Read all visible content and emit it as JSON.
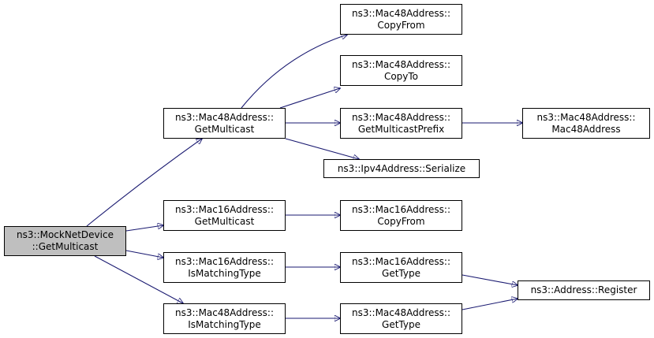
{
  "diagram": {
    "nodes": [
      {
        "id": "n0",
        "lines": [
          "ns3::MockNetDevice",
          "::GetMulticast"
        ],
        "root": true
      },
      {
        "id": "n1",
        "lines": [
          "ns3::Mac48Address::",
          "GetMulticast"
        ]
      },
      {
        "id": "n2",
        "lines": [
          "ns3::Mac48Address::",
          "CopyFrom"
        ]
      },
      {
        "id": "n3",
        "lines": [
          "ns3::Mac48Address::",
          "CopyTo"
        ]
      },
      {
        "id": "n4",
        "lines": [
          "ns3::Mac48Address::",
          "GetMulticastPrefix"
        ]
      },
      {
        "id": "n5",
        "lines": [
          "ns3::Mac48Address::",
          "Mac48Address"
        ]
      },
      {
        "id": "n6",
        "lines": [
          "ns3::Ipv4Address::Serialize"
        ]
      },
      {
        "id": "n7",
        "lines": [
          "ns3::Mac16Address::",
          "GetMulticast"
        ]
      },
      {
        "id": "n8",
        "lines": [
          "ns3::Mac16Address::",
          "CopyFrom"
        ]
      },
      {
        "id": "n9",
        "lines": [
          "ns3::Mac16Address::",
          "IsMatchingType"
        ]
      },
      {
        "id": "n10",
        "lines": [
          "ns3::Mac16Address::",
          "GetType"
        ]
      },
      {
        "id": "n11",
        "lines": [
          "ns3::Address::Register"
        ]
      },
      {
        "id": "n12",
        "lines": [
          "ns3::Mac48Address::",
          "IsMatchingType"
        ]
      },
      {
        "id": "n13",
        "lines": [
          "ns3::Mac48Address::",
          "GetType"
        ]
      }
    ],
    "edges": [
      {
        "from": "n0",
        "to": "n1"
      },
      {
        "from": "n0",
        "to": "n7"
      },
      {
        "from": "n0",
        "to": "n9"
      },
      {
        "from": "n0",
        "to": "n12"
      },
      {
        "from": "n1",
        "to": "n2"
      },
      {
        "from": "n1",
        "to": "n3"
      },
      {
        "from": "n1",
        "to": "n4"
      },
      {
        "from": "n1",
        "to": "n6"
      },
      {
        "from": "n4",
        "to": "n5"
      },
      {
        "from": "n7",
        "to": "n8"
      },
      {
        "from": "n9",
        "to": "n10"
      },
      {
        "from": "n10",
        "to": "n11"
      },
      {
        "from": "n12",
        "to": "n13"
      },
      {
        "from": "n13",
        "to": "n11"
      }
    ],
    "colors": {
      "edge": "#191970",
      "root_fill": "#bfbfbf",
      "node_fill": "#ffffff",
      "border": "#000000"
    }
  }
}
